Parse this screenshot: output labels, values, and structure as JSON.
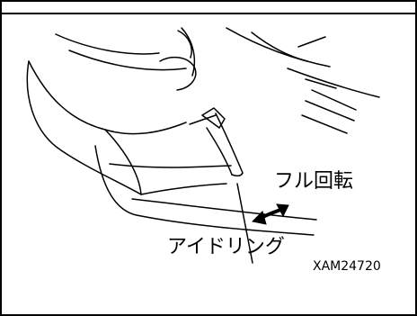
{
  "figure": {
    "callouts": {
      "full_rotation": "フル回転",
      "idle": "アイドリング"
    },
    "figure_code": "XAM24720"
  }
}
